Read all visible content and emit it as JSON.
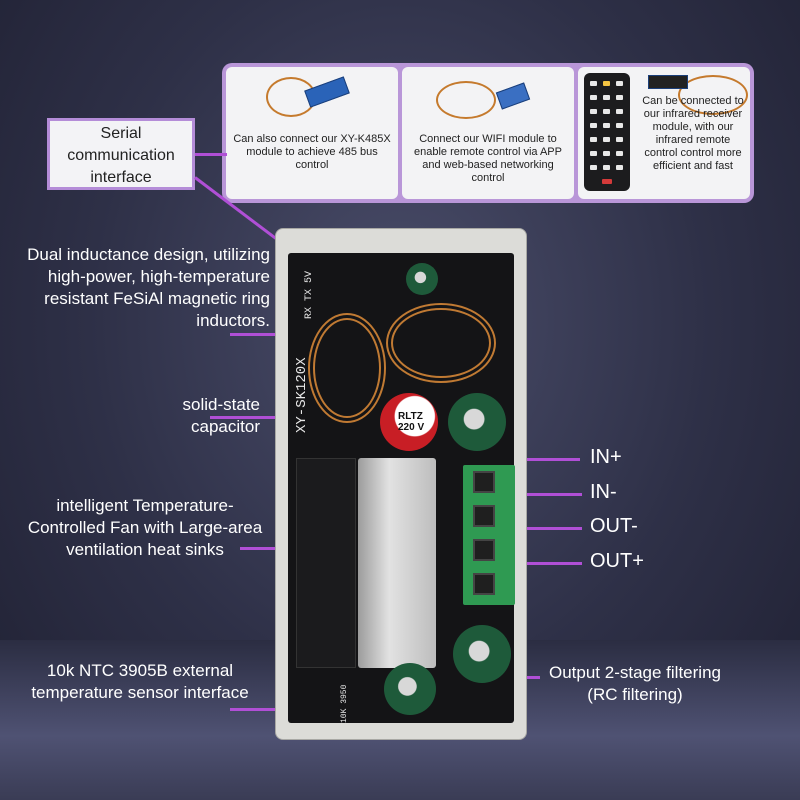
{
  "top_panels": [
    {
      "caption": "Can also connect our XY-K485X module to achieve 485 bus control",
      "image_icon": "rs485-module-icon"
    },
    {
      "caption": "Connect our WIFI module to enable remote control via APP and web-based networking control",
      "image_icon": "wifi-module-icon"
    },
    {
      "caption": "Can be connected to our infrared receiver module, with our infrared remote control control more efficient and fast",
      "image_icon": "ir-remote-icon"
    }
  ],
  "callouts": {
    "serial": "Serial communication interface",
    "inductor": "Dual inductance design, utilizing high-power, high-temperature resistant FeSiAl magnetic ring inductors.",
    "capacitor": "solid-state capacitor",
    "fan": "intelligent Temperature-Controlled Fan with Large-area ventilation heat sinks",
    "ntc": "10k NTC 3905B external temperature sensor interface",
    "output_filter": "Output 2-stage filtering (RC filtering)"
  },
  "terminals": [
    "IN+",
    "IN-",
    "OUT-",
    "OUT+"
  ],
  "board": {
    "model": "XY-SK120X",
    "pins": "RX TX 5V",
    "capacitor_marking": "RLTZ 220 V",
    "ntc_marking": "10K 3950"
  },
  "colors": {
    "accent": "#b04fd6",
    "panel_border": "#b996d8",
    "background": "#2e3047"
  }
}
